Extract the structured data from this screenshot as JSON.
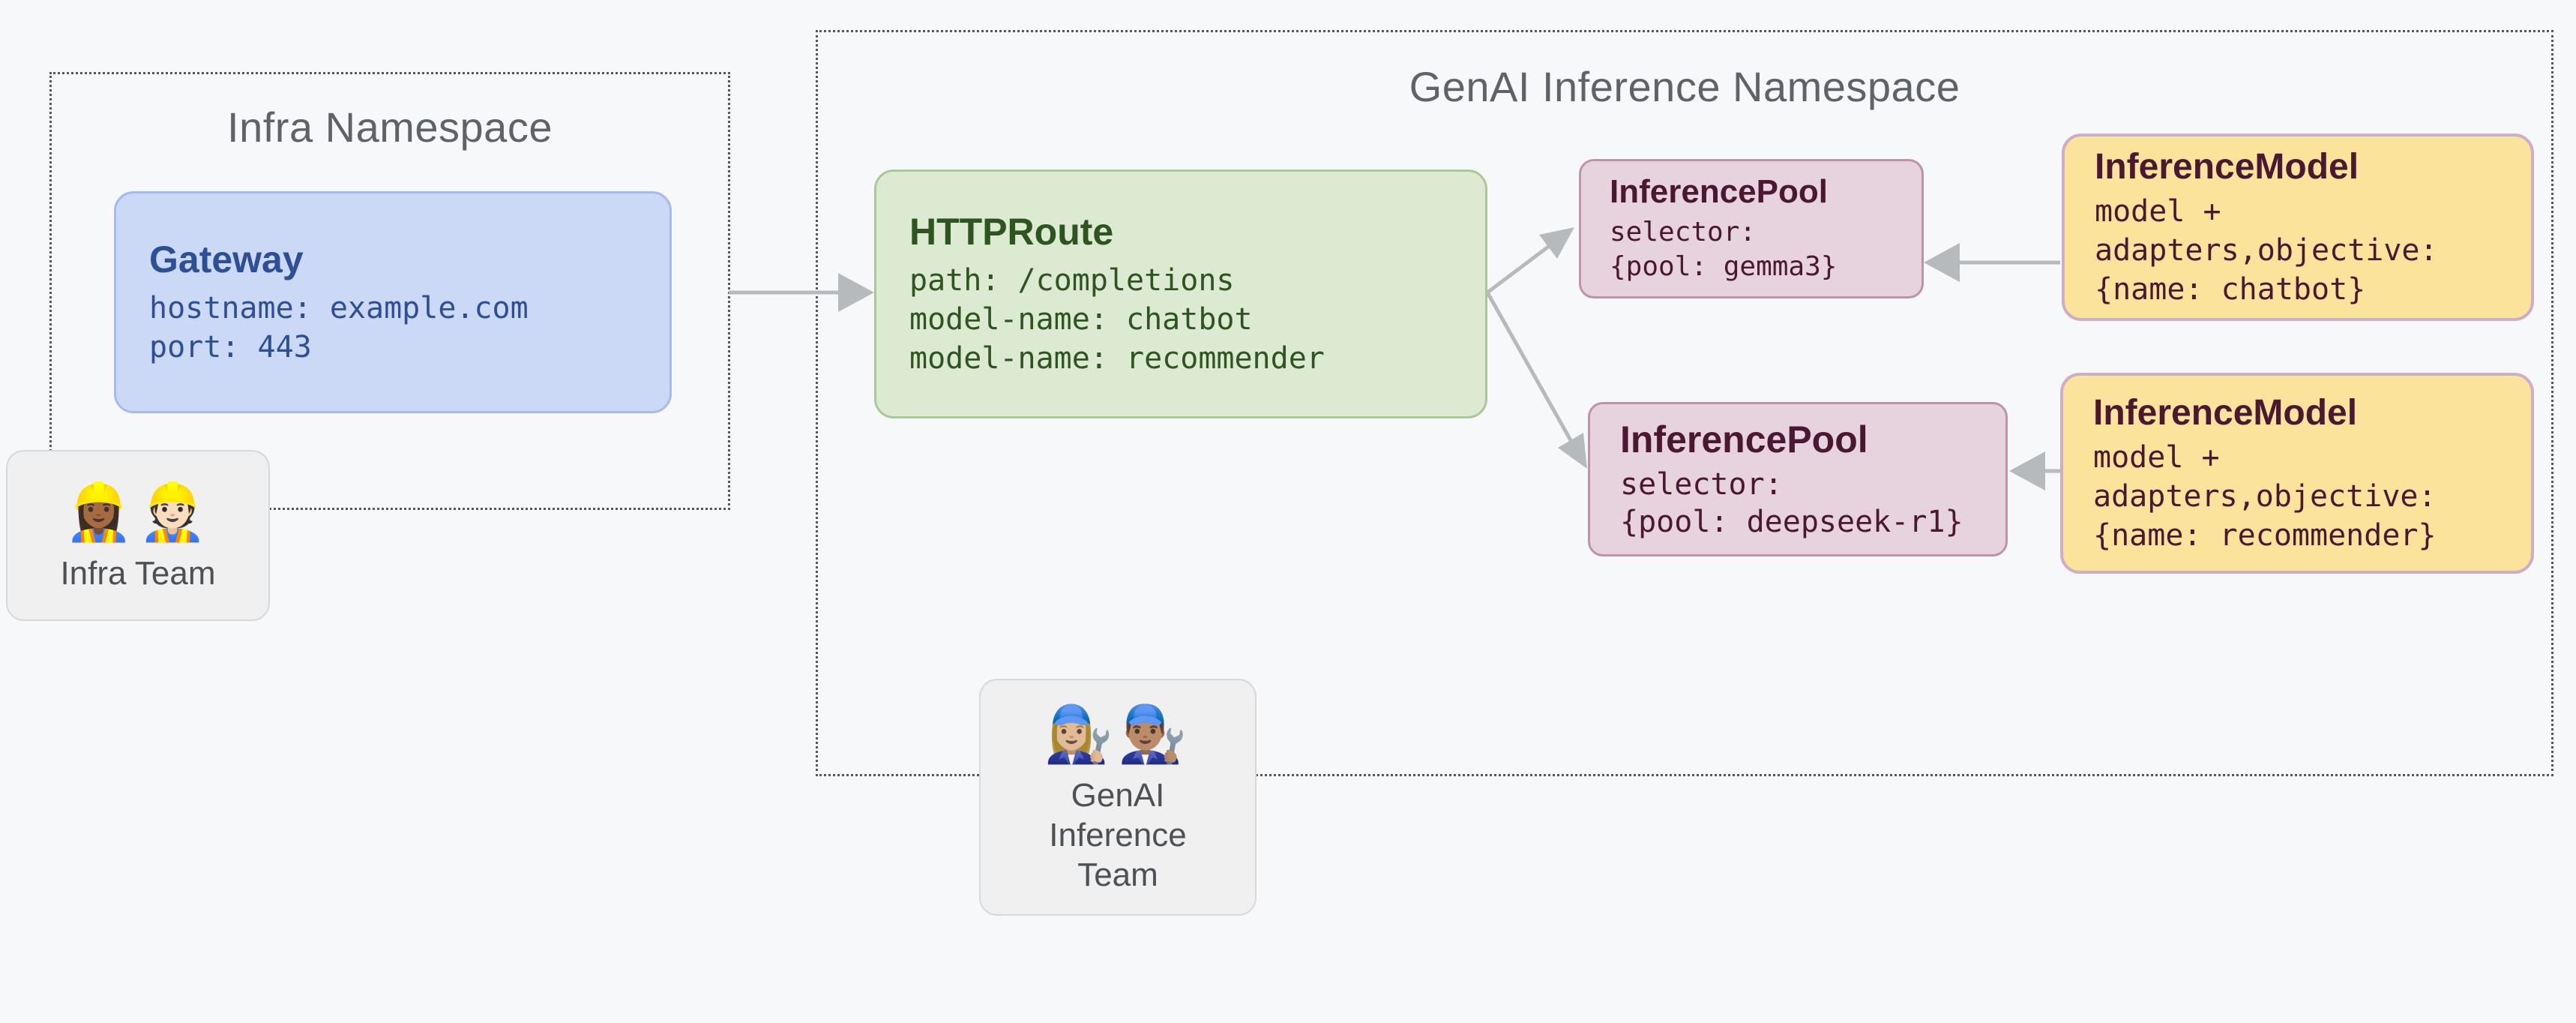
{
  "diagram": {
    "namespaces": {
      "infra": {
        "title": "Infra Namespace"
      },
      "genai": {
        "title": "GenAI Inference Namespace"
      }
    },
    "nodes": {
      "gateway": {
        "title": "Gateway",
        "lines": [
          "hostname: example.com",
          "port: 443"
        ]
      },
      "httproute": {
        "title": "HTTPRoute",
        "lines": [
          "path: /completions",
          "model-name: chatbot",
          "model-name: recommender"
        ]
      },
      "inference_pool_gemma3": {
        "title": "InferencePool",
        "lines": [
          "selector:",
          "{pool: gemma3}"
        ]
      },
      "inference_pool_deepseek": {
        "title": "InferencePool",
        "lines": [
          "selector:",
          "{pool: deepseek-r1}"
        ]
      },
      "inference_model_chatbot": {
        "title": "InferenceModel",
        "lines": [
          "model +",
          "adapters,objective:",
          "{name: chatbot}"
        ]
      },
      "inference_model_recommender": {
        "title": "InferenceModel",
        "lines": [
          "model +",
          "adapters,objective:",
          "{name: recommender}"
        ]
      }
    },
    "teams": {
      "infra": {
        "emojis": "👷🏾‍♀️👷🏻",
        "label": "Infra Team"
      },
      "genai": {
        "emojis": "👩🏼‍🔧👨🏽‍🔧",
        "label": "GenAI\nInference\nTeam"
      }
    },
    "colors": {
      "background": "#f7f8fa",
      "namespace_border": "#54575b",
      "namespace_title": "#5f6368",
      "gateway_fill": "#ccd9f6",
      "gateway_border": "#a6bbec",
      "gateway_text": "#2d4f96",
      "httproute_fill": "#dcead2",
      "httproute_border": "#a9c897",
      "httproute_text": "#2e5420",
      "inference_pool_fill": "#e7d3de",
      "inference_pool_border": "#bd93ab",
      "inference_pool_text": "#4b1832",
      "inference_model_fill": "#fbe39c",
      "inference_model_border": "#cdaec9",
      "inference_model_text": "#4b1832",
      "team_card_fill": "#f0f0f1",
      "team_card_border": "#d9d9dc",
      "team_label_text": "#4d5156",
      "arrow": "#b7babd"
    }
  }
}
